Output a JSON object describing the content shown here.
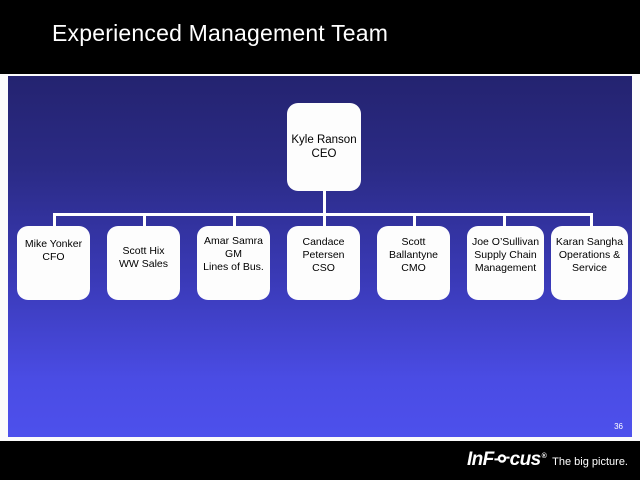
{
  "slide": {
    "title": "Experienced Management Team",
    "page_number": "36",
    "background_top_color": "#242370",
    "background_bottom_color": "#4d50ec",
    "title_bar_color": "#000000",
    "node_fill_color": "#fdfdfd",
    "connector_color": "#ffffff"
  },
  "org_chart": {
    "root": {
      "name": "Kyle Ranson",
      "title": "CEO",
      "lines": [
        "Kyle Ranson",
        "CEO"
      ]
    },
    "reports": [
      {
        "name": "Mike Yonker",
        "title": "CFO",
        "lines": [
          "Mike Yonker",
          "CFO"
        ]
      },
      {
        "name": "Scott Hix",
        "title": "WW Sales",
        "lines": [
          "Scott Hix",
          "WW Sales"
        ]
      },
      {
        "name": "Amar Samra",
        "title": "GM Lines of Bus.",
        "lines": [
          "Amar Samra",
          "GM",
          "Lines of Bus."
        ]
      },
      {
        "name": "Candace Petersen",
        "title": "CSO",
        "lines": [
          "Candace",
          "Petersen",
          "CSO"
        ]
      },
      {
        "name": "Scott Ballantyne",
        "title": "CMO",
        "lines": [
          "Scott",
          "Ballantyne",
          "CMO"
        ]
      },
      {
        "name": "Joe O’Sullivan",
        "title": "Supply Chain Management",
        "lines": [
          "Joe O’Sullivan",
          "Supply Chain",
          "Management"
        ]
      },
      {
        "name": "Karan Sangha",
        "title": "Operations & Service",
        "lines": [
          "Karan Sangha",
          "Operations &",
          "Service"
        ]
      }
    ]
  },
  "footer": {
    "logo_part1": "InF",
    "logo_part2": "cus",
    "logo_trademark": "®",
    "logo_icon": "infocus-crosshair-o-icon",
    "tagline": "The big picture."
  }
}
